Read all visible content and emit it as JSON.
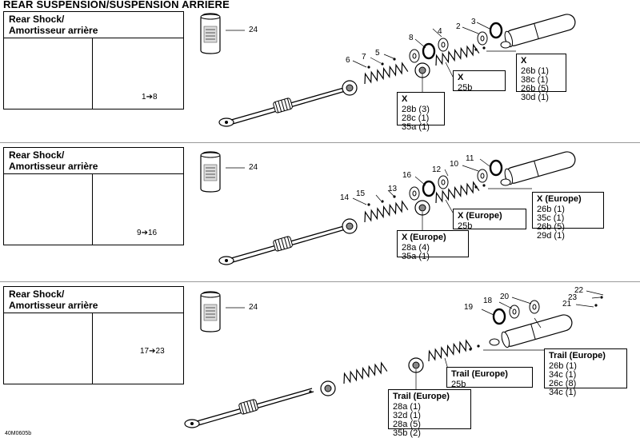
{
  "page_title": "REAR SUSPENSION/SUSPENSION ARRIERE",
  "footer_code": "40M0605b",
  "sections": [
    {
      "heading_line1": "Rear Shock/",
      "heading_line2": "Amortisseur arrière",
      "range_start": "1",
      "range_end": "8",
      "bottle_ref": "24",
      "callouts": [
        "2",
        "3",
        "4",
        "5",
        "6",
        "7",
        "8"
      ],
      "box_upper": {
        "title": "X",
        "lines": [
          "26b (1)",
          "38c (1)",
          "26b (5)",
          "30d (1)"
        ]
      },
      "box_mid": {
        "title": "X",
        "lines": [
          "25b"
        ]
      },
      "box_lower": {
        "title": "X",
        "lines": [
          "28b (3)",
          "28c (1)",
          "35a (1)"
        ]
      }
    },
    {
      "heading_line1": "Rear Shock/",
      "heading_line2": "Amortisseur arrière",
      "range_start": "9",
      "range_end": "16",
      "bottle_ref": "24",
      "callouts": [
        "10",
        "11",
        "12",
        "13",
        "14",
        "15",
        "16"
      ],
      "box_upper": {
        "title": "X (Europe)",
        "lines": [
          "26b (1)",
          "35c (1)",
          "26b (5)",
          "29d (1)"
        ]
      },
      "box_mid": {
        "title": "X (Europe)",
        "lines": [
          "25b"
        ]
      },
      "box_lower": {
        "title": "X (Europe)",
        "lines": [
          "28a (4)",
          "35a (1)"
        ]
      }
    },
    {
      "heading_line1": "Rear Shock/",
      "heading_line2": "Amortisseur arrière",
      "range_start": "17",
      "range_end": "23",
      "bottle_ref": "24",
      "callouts": [
        "18",
        "19",
        "20",
        "21",
        "22",
        "23"
      ],
      "box_upper": {
        "title": "Trail (Europe)",
        "lines": [
          "26b (1)",
          "34c (1)",
          "26c (8)",
          "34c (1)"
        ]
      },
      "box_mid": {
        "title": "Trail (Europe)",
        "lines": [
          "25b"
        ]
      },
      "box_lower": {
        "title": "Trail (Europe)",
        "lines": [
          "28a (1)",
          "32d (1)",
          "28a (5)",
          "35b (2)"
        ]
      }
    }
  ]
}
